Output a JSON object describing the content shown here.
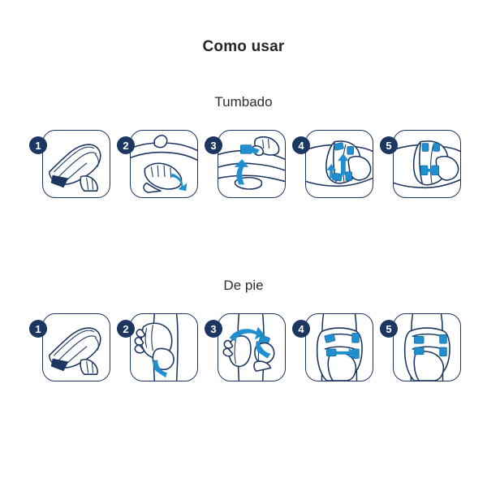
{
  "document": {
    "title": "Como usar",
    "language_hint": "es"
  },
  "sections": [
    {
      "id": "tumbado",
      "label": "Tumbado",
      "steps": [
        {
          "number": "1",
          "illustration": "folded-pad-in-hand"
        },
        {
          "number": "2",
          "illustration": "hand-positioning-pad-lying"
        },
        {
          "number": "3",
          "illustration": "hand-pulling-blue-tab-up"
        },
        {
          "number": "4",
          "illustration": "fastening-tabs-upward-arrows"
        },
        {
          "number": "5",
          "illustration": "fastened-product-lying"
        }
      ]
    },
    {
      "id": "de-pie",
      "label": "De pie",
      "steps": [
        {
          "number": "1",
          "illustration": "folded-pad-in-hand"
        },
        {
          "number": "2",
          "illustration": "hand-positioning-pad-standing"
        },
        {
          "number": "3",
          "illustration": "wrapping-arrows-around-body"
        },
        {
          "number": "4",
          "illustration": "fastening-tabs-side-arrow"
        },
        {
          "number": "5",
          "illustration": "fastened-product-standing"
        }
      ]
    }
  ],
  "colors": {
    "navy": "#1b3661",
    "accent_blue": "#1f8fd0",
    "background": "#ffffff",
    "title_text": "#262626",
    "label_text": "#2e2e2e"
  }
}
